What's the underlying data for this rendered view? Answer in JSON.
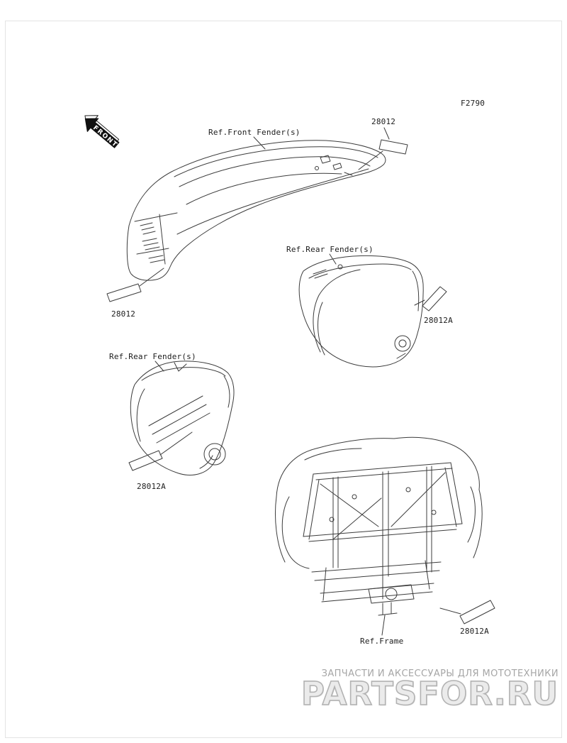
{
  "page": {
    "figure_code": "F2790"
  },
  "front_marker": {
    "label": "FRONT"
  },
  "callouts": {
    "front_fender_ref": "Ref.Front Fender(s)",
    "rear_fender_right_ref": "Ref.Rear Fender(s)",
    "rear_fender_left_ref": "Ref.Rear Fender(s)",
    "frame_ref": "Ref.Frame",
    "decal_front_top": "28012",
    "decal_front_left": "28012",
    "decal_rear_right": "28012A",
    "decal_rear_left": "28012A",
    "decal_frame": "28012A"
  },
  "watermark": {
    "tagline": "ЗАПЧАСТИ И АКСЕССУАРЫ ДЛЯ МОТОТЕХНИКИ",
    "brand": "PARTSFOR.RU"
  }
}
